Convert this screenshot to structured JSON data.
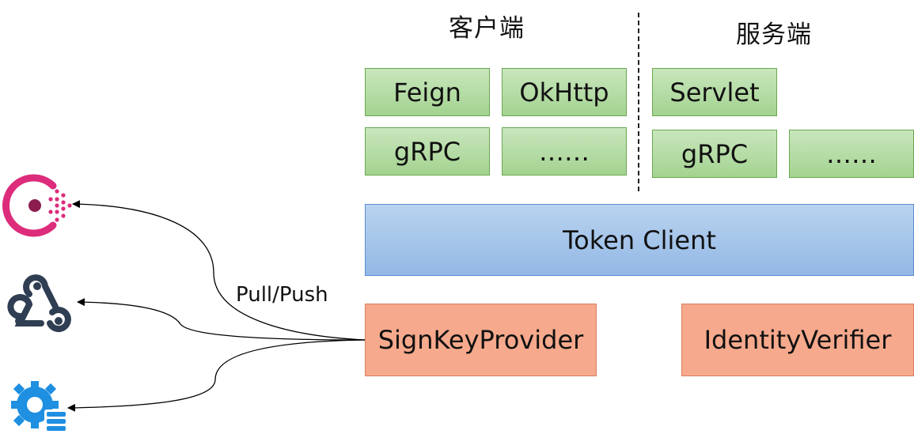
{
  "headers": {
    "client": "客户端",
    "server": "服务端"
  },
  "client": {
    "items": [
      "Feign",
      "OkHttp",
      "gRPC",
      "……"
    ]
  },
  "server": {
    "items": [
      "Servlet",
      "gRPC",
      "……"
    ]
  },
  "token_client": "Token Client",
  "sign_key_provider": "SignKeyProvider",
  "identity_verifier": "IdentityVerifier",
  "edge_label": "Pull/Push",
  "icons": {
    "consul": "consul-icon",
    "webhook": "webhook-icon",
    "config": "config-center-icon"
  },
  "colors": {
    "consul": "#dc2c7b",
    "webhook": "#2f3e52",
    "config": "#1e8fe1",
    "green": "#a9d79a",
    "blue": "#9fc0e8",
    "orange": "#f6a98c"
  }
}
